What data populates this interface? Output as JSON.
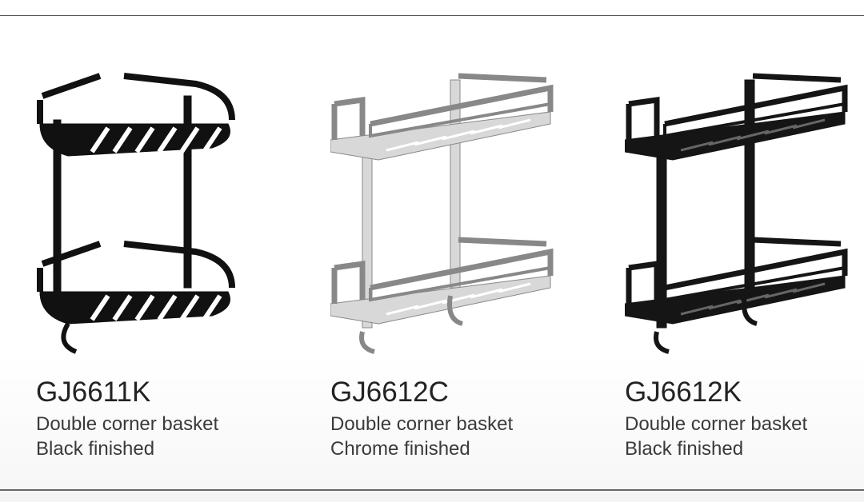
{
  "products": [
    {
      "code": "GJ6611K",
      "description": "Double corner basket",
      "finish": "Black finished",
      "color": "#111111",
      "shape": "corner"
    },
    {
      "code": "GJ6612C",
      "description": "Double corner basket",
      "finish": "Chrome finished",
      "color": "#b8b8b8",
      "shape": "rect"
    },
    {
      "code": "GJ6612K",
      "description": "Double corner basket",
      "finish": "Black finished",
      "color": "#151515",
      "shape": "rect"
    }
  ]
}
